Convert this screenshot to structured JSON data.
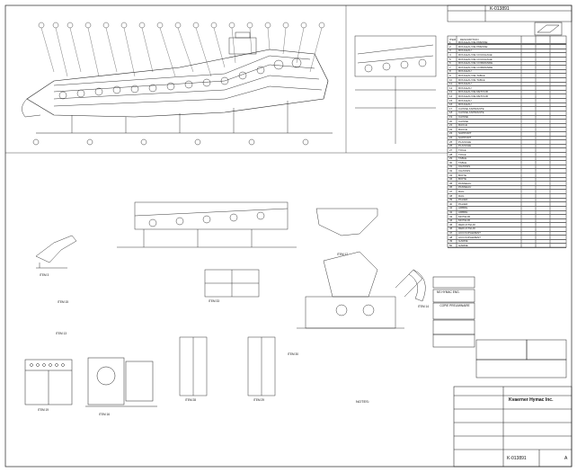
{
  "title_block": {
    "drawing_number": "K-013891",
    "company": "Kvaerner Hymac Inc.",
    "revision": "A"
  },
  "table": {
    "header": [
      "ITEM",
      "DESCRIPTION"
    ],
    "rows": [
      {
        "item": "1",
        "desc": "ROULEAU DE PRESSE"
      },
      {
        "item": "2",
        "desc": "ROULEAU DE PRESSE"
      },
      {
        "item": "3",
        "desc": "ROULEAU"
      },
      {
        "item": "4",
        "desc": "ROULEAU DE COUCHAGE"
      },
      {
        "item": "5",
        "desc": "ROULEAU DE COUCHAGE"
      },
      {
        "item": "6",
        "desc": "ROULEAU DE COMMANDE"
      },
      {
        "item": "7",
        "desc": "ROULEAU DE COMMANDE"
      },
      {
        "item": "8",
        "desc": "ROULEAU"
      },
      {
        "item": "9",
        "desc": "ROULEAU DE TABLE"
      },
      {
        "item": "10",
        "desc": "ROULEAU DE TABLE"
      },
      {
        "item": "11",
        "desc": "ROULEAU"
      },
      {
        "item": "12",
        "desc": "ROULEAU"
      },
      {
        "item": "13",
        "desc": "ROULEAU DE RETOUR"
      },
      {
        "item": "14",
        "desc": "ROULEAU DE RETOUR"
      },
      {
        "item": "15",
        "desc": "ROULEAU"
      },
      {
        "item": "16",
        "desc": "ROULEAU"
      },
      {
        "item": "17",
        "desc": "CAISSE ASPIRANTE"
      },
      {
        "item": "18",
        "desc": "CAISSE ASPIRANTE"
      },
      {
        "item": "19",
        "desc": "CAISSE"
      },
      {
        "item": "20",
        "desc": "CAISSE"
      },
      {
        "item": "21",
        "desc": "RACLE"
      },
      {
        "item": "22",
        "desc": "RACLE"
      },
      {
        "item": "23",
        "desc": "SUPPORT"
      },
      {
        "item": "24",
        "desc": "SUPPORT"
      },
      {
        "item": "25",
        "desc": "PLANCHE"
      },
      {
        "item": "26",
        "desc": "PLANCHE"
      },
      {
        "item": "27",
        "desc": "TOILE"
      },
      {
        "item": "28",
        "desc": "TOILE"
      },
      {
        "item": "29",
        "desc": "TABLE"
      },
      {
        "item": "30",
        "desc": "TABLE"
      },
      {
        "item": "31",
        "desc": "CHASSIS"
      },
      {
        "item": "32",
        "desc": "CHASSIS"
      },
      {
        "item": "33",
        "desc": "BOITE"
      },
      {
        "item": "34",
        "desc": "BOITE"
      },
      {
        "item": "35",
        "desc": "PANNEAU"
      },
      {
        "item": "36",
        "desc": "PANNEAU"
      },
      {
        "item": "37",
        "desc": "RAIL"
      },
      {
        "item": "38",
        "desc": "RAIL"
      },
      {
        "item": "39",
        "desc": "PALIER"
      },
      {
        "item": "40",
        "desc": "PALIER"
      },
      {
        "item": "41",
        "desc": "ARBRE"
      },
      {
        "item": "42",
        "desc": "ARBRE"
      },
      {
        "item": "43",
        "desc": "MOTEUR"
      },
      {
        "item": "44",
        "desc": "MOTEUR"
      },
      {
        "item": "45",
        "desc": "REDUCTEUR"
      },
      {
        "item": "46",
        "desc": "REDUCTEUR"
      },
      {
        "item": "47",
        "desc": "ACCOUPLEMENT"
      },
      {
        "item": "48",
        "desc": "ACCOUPLEMENT"
      },
      {
        "item": "49",
        "desc": "GARDE"
      },
      {
        "item": "50",
        "desc": "GARDE"
      }
    ]
  },
  "labels": {
    "notes_heading": "NOTES:",
    "item_28": "ITEM 28",
    "item_29": "ITEM 29",
    "item_30": "ITEM 30",
    "item_33": "ITEM 33",
    "item_3": "ITEM 3",
    "item_13": "ITEM 13",
    "item_14": "ITEM 14",
    "item_15": "ITEM 15",
    "item_17": "ITEM 17",
    "item_19": "ITEM 19",
    "item_16": "ITEM 16",
    "prelim_stamp": "COPIE PRELIMINAIRE",
    "hymac_eng": "NS HYMAC ENG."
  },
  "colors": {
    "ink": "#111111",
    "paper": "#ffffff",
    "light_line": "#555555"
  }
}
